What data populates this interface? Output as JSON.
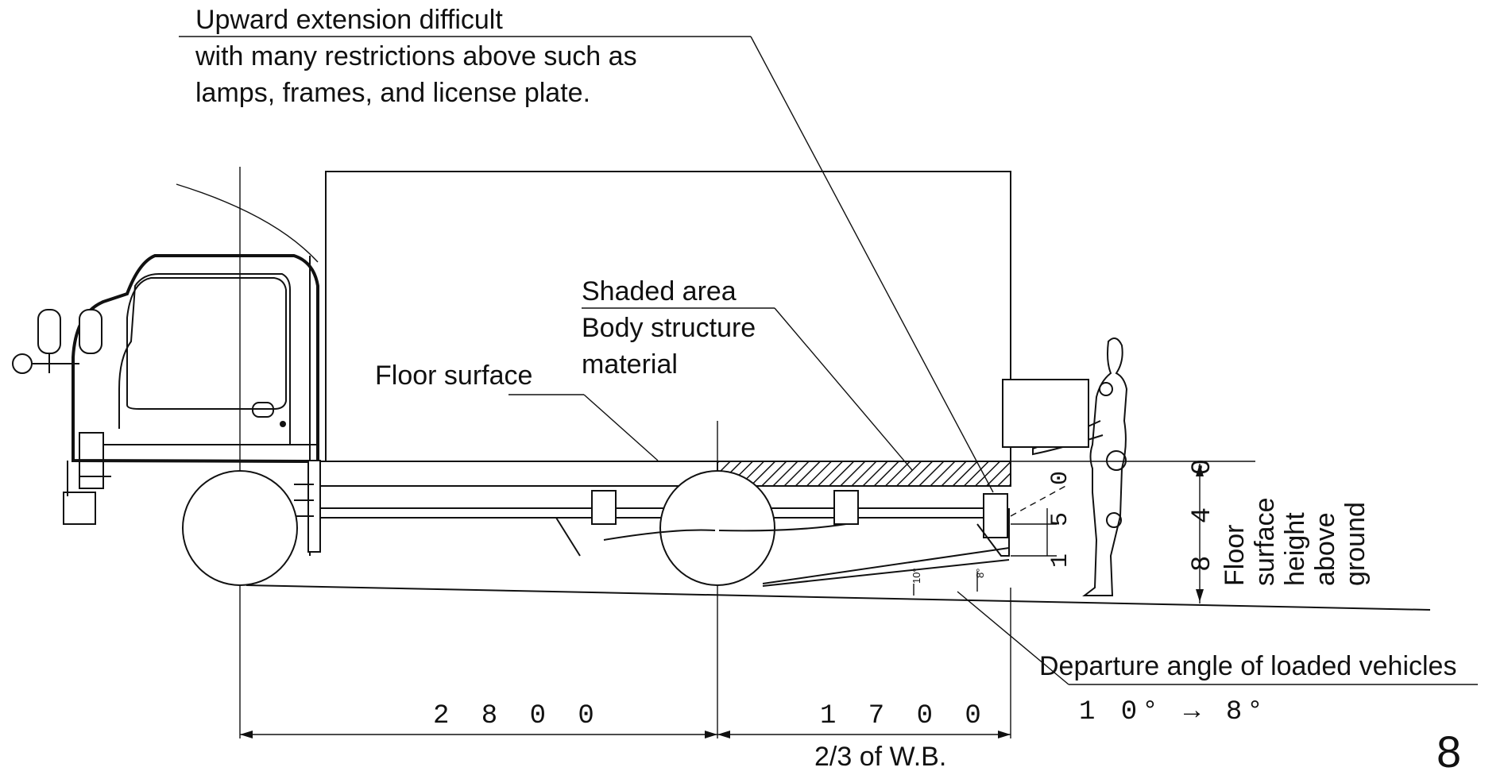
{
  "labels": {
    "upward_line1": "Upward extension difficult",
    "upward_line2": "with many restrictions above such as",
    "upward_line3": "lamps, frames, and license plate.",
    "shaded_line1": "Shaded area",
    "shaded_line2": "Body structure",
    "shaded_line3": "material",
    "floor_surface": "Floor surface",
    "height_line1": "Floor",
    "height_line2": "surface",
    "height_line3": "height",
    "height_line4": "above",
    "height_line5": "ground",
    "departure": "Departure angle of loaded vehicles",
    "angle_change": "1 0° → 8°",
    "wb_fraction": "2/3 of W.B.",
    "page_number": "8"
  },
  "dimensions": {
    "wheelbase": "2 8 0 0",
    "overhang": "1 7 0 0",
    "floor_height": "8 4 0",
    "clearance": "1 5 0",
    "angle_10": "10°",
    "angle_8": "8°"
  }
}
